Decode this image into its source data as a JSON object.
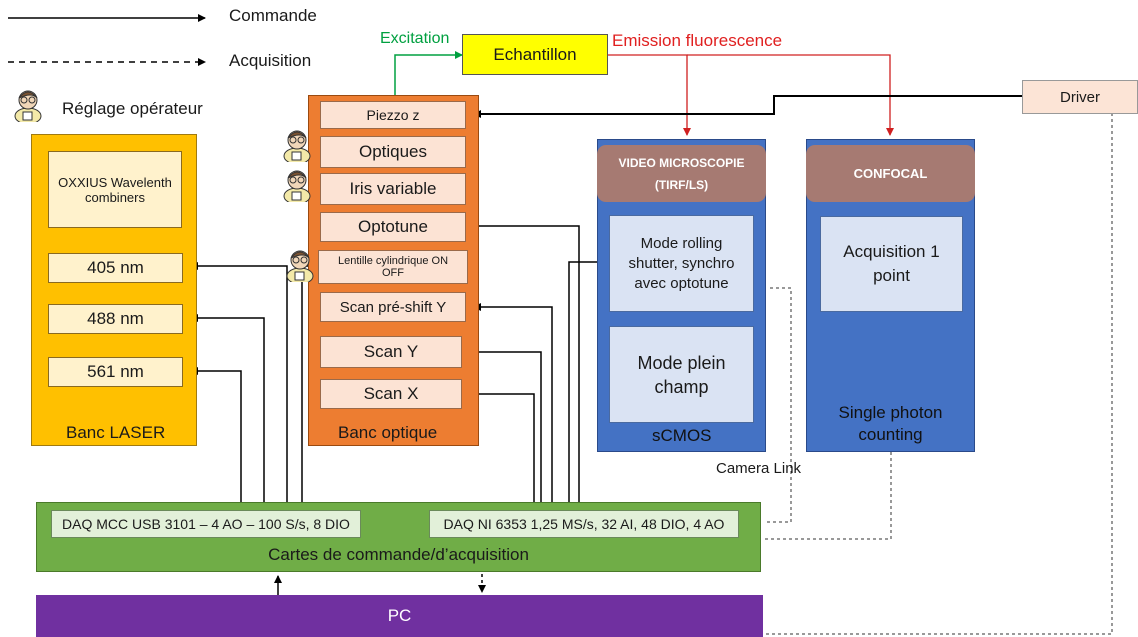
{
  "legend": {
    "commande": "Commande",
    "acquisition": "Acquisition",
    "operator": "Réglage opérateur"
  },
  "top": {
    "excitation": "Excitation",
    "echantillon": "Echantillon",
    "emission": "Emission fluorescence",
    "driver": "Driver"
  },
  "laser_bench": {
    "combiner": "OXXIUS Wavelenth combiners",
    "lines": [
      "405 nm",
      "488 nm",
      "561 nm"
    ],
    "title": "Banc LASER"
  },
  "optical_bench": {
    "items": [
      "Piezzo z",
      "Optiques",
      "Iris variable",
      "Optotune",
      "Lentille cylindrique ON OFF",
      "Scan pré-shift Y",
      "Scan Y",
      "Scan X"
    ],
    "title": "Banc optique"
  },
  "video": {
    "header": "VIDEO MICROSCOPIE (TIRF/LS)",
    "mode1": "Mode rolling shutter, synchro avec optotune",
    "mode2": "Mode plein champ",
    "title": "sCMOS",
    "link": "Camera Link"
  },
  "confocal": {
    "header": "CONFOCAL",
    "mode": "Acquisition 1 point",
    "title": "Single photon counting"
  },
  "daq": {
    "mcc": "DAQ MCC USB 3101 – 4 AO – 100 S/s, 8 DIO",
    "ni": "DAQ NI 6353 1,25 MS/s, 32 AI, 48 DIO, 4 AO",
    "title": "Cartes de commande/d’acquisition"
  },
  "pc": "PC",
  "colors": {
    "laser": "#ffc000",
    "optical": "#ed7d31",
    "blue": "#4472c4",
    "daq": "#70ad47",
    "pc": "#7030a0",
    "echantillon": "#ffff00",
    "excitation": "#00b050",
    "emission": "#e02020"
  }
}
